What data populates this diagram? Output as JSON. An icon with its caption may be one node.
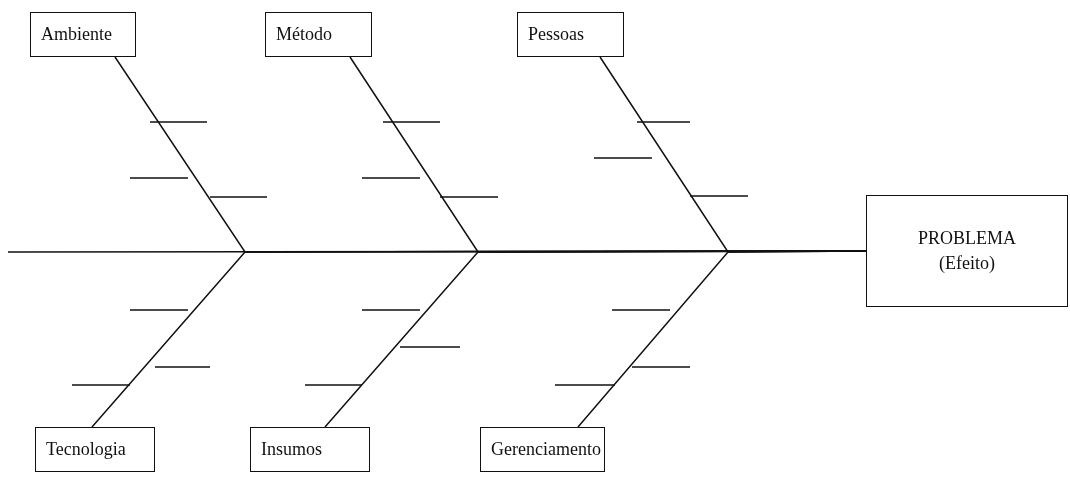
{
  "diagram": {
    "nodes": [
      {
        "text": [
          "Ambiente"
        ]
      },
      {
        "text": [
          "Método"
        ]
      },
      {
        "text": [
          "Pessoas"
        ]
      },
      {
        "text": [
          "PROBLEMA (Efeito)"
        ]
      },
      {
        "text": [
          "Tecnologia"
        ]
      },
      {
        "text": [
          "Insumos"
        ]
      },
      {
        "text": [
          "Gerenciamento"
        ]
      }
    ],
    "edges": [
      {
        "from": null,
        "to": 3,
        "arrow": "none"
      },
      {
        "from": 0,
        "to": 3,
        "arrow": "none"
      },
      {
        "from": 1,
        "to": 3,
        "arrow": "none"
      },
      {
        "from": 2,
        "to": 3,
        "arrow": "none"
      },
      {
        "from": 4,
        "to": 3,
        "arrow": "none"
      },
      {
        "from": 5,
        "to": 3,
        "arrow": "none"
      },
      {
        "from": 6,
        "to": 3,
        "arrow": "none"
      }
    ]
  }
}
